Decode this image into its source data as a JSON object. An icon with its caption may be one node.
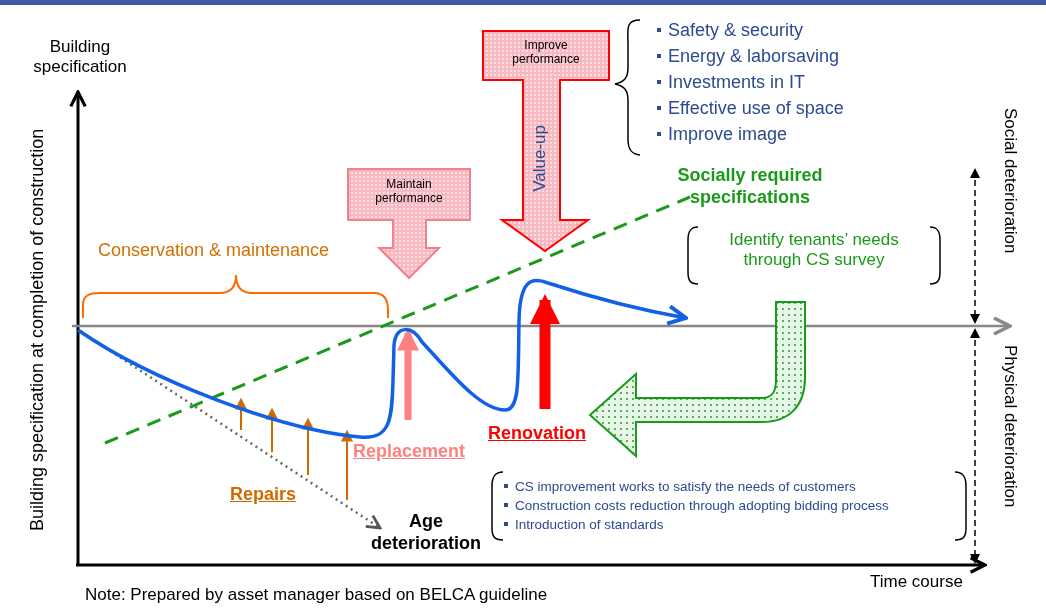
{
  "diagram": {
    "caption": "Note: Prepared by asset manager based on BELCA guideline",
    "nodes": [
      {
        "text": [
          "Improve performance",
          "Value-up"
        ]
      },
      {
        "text": [
          "Maintain performance"
        ]
      }
    ],
    "labels": [
      "Building specification",
      "Building specification at completion of construction",
      "Safety & security",
      "Energy & laborsaving",
      "Investments in IT",
      "Effective use of space",
      "Improve image",
      "Social deterioration",
      "Socially required specifications",
      "Conservation & maintenance",
      "Identify tenants’ needs through CS survey",
      "Physical deterioration",
      "Replacement",
      "Renovation",
      "Repairs",
      "Age deterioration",
      "CS improvement works to satisfy the needs of customers",
      "Construction costs reduction through adopting bidding process",
      "Introduction of standards",
      "Time course"
    ]
  }
}
